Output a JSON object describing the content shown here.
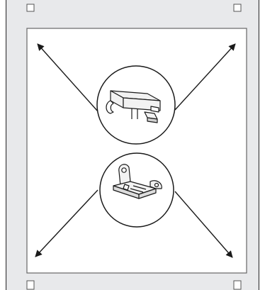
{
  "figure": {
    "kind": "installation-diagram",
    "colors": {
      "frame_fill": "#e8e9eb",
      "frame_stroke": "#333333",
      "panel_fill": "#ffffff",
      "line": "#1a1a1a",
      "part_fill": "#f2f2f2"
    },
    "parts": [
      {
        "id": "upper",
        "icon": "clip-bracket-icon",
        "arrows": [
          "up-left",
          "up-right"
        ]
      },
      {
        "id": "lower",
        "icon": "mounting-bracket-icon",
        "arrows": [
          "down-left",
          "down-right"
        ]
      }
    ]
  }
}
